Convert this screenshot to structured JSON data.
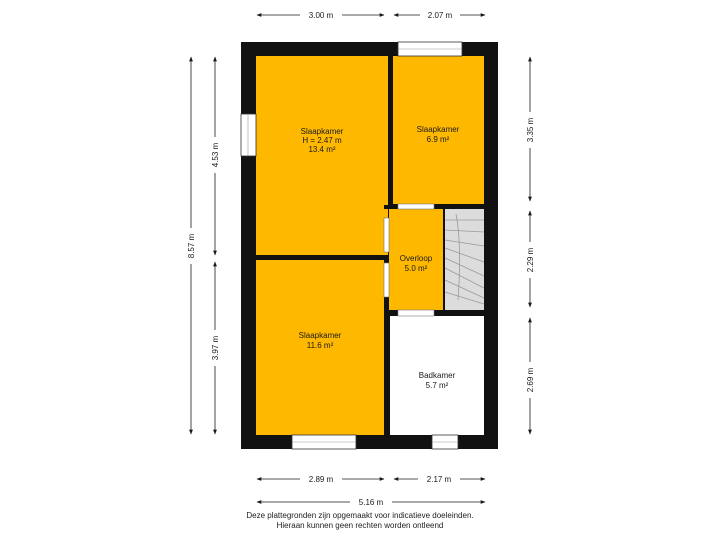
{
  "rooms": {
    "bedroom_main": {
      "name": "Slaapkamer",
      "height": "H = 2.47 m",
      "area": "13.4 m²"
    },
    "bedroom_small": {
      "name": "Slaapkamer",
      "area": "6.9 m²"
    },
    "landing": {
      "name": "Overloop",
      "area": "5.0 m²"
    },
    "bedroom_lower": {
      "name": "Slaapkamer",
      "area": "11.6 m²"
    },
    "bathroom": {
      "name": "Badkamer",
      "area": "5.7 m²"
    }
  },
  "dimensions": {
    "top_left": "3.00 m",
    "top_right": "2.07 m",
    "bottom_left": "2.89 m",
    "bottom_right": "2.17 m",
    "bottom_total": "5.16 m",
    "left_total": "8.57 m",
    "left_upper": "4.53 m",
    "left_lower": "3.97 m",
    "right_upper": "3.35 m",
    "right_middle": "2.29 m",
    "right_lower": "2.69 m"
  },
  "disclaimer": {
    "line1": "Deze plattegronden zijn opgemaakt voor indicatieve doeleinden.",
    "line2": "Hieraan kunnen geen rechten worden ontleend"
  },
  "colors": {
    "room_fill": "#ffb800",
    "wall": "#111111",
    "bathroom_fill": "#ffffff",
    "stair_fill": "#dcdcdc"
  }
}
